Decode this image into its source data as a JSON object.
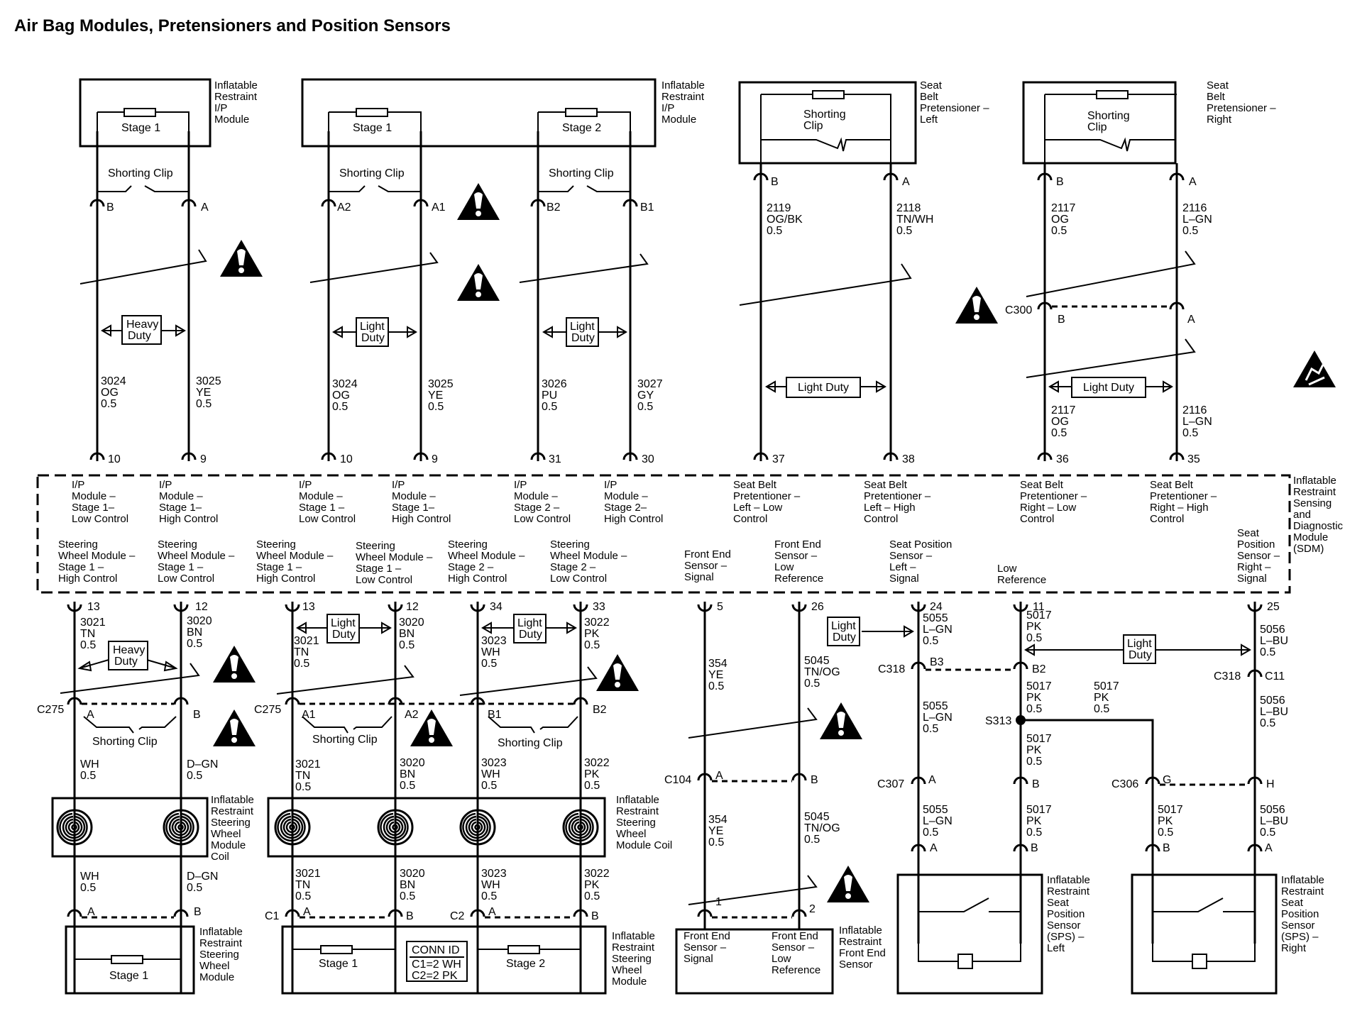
{
  "title": "Air Bag Modules, Pretensioners and Position Sensors",
  "components": {
    "ip_module_left": [
      "Inflatable",
      "Restraint",
      "I/P",
      "Module"
    ],
    "ip_module_right": [
      "Inflatable",
      "Restraint",
      "I/P",
      "Module"
    ],
    "pret_left": [
      "Seat",
      "Belt",
      "Pretensioner –",
      "Left"
    ],
    "pret_right": [
      "Seat",
      "Belt",
      "Pretensioner –",
      "Right"
    ],
    "sdm": [
      "Inflatable",
      "Restraint",
      "Sensing",
      "and",
      "Diagnostic",
      "Module",
      "(SDM)"
    ],
    "coil_left": [
      "Inflatable",
      "Restraint",
      "Steering",
      "Wheel",
      "Module",
      "Coil"
    ],
    "coil_right": [
      "Inflatable",
      "Restraint",
      "Steering",
      "Wheel",
      "Module Coil"
    ],
    "sw_module_left": [
      "Inflatable",
      "Restraint",
      "Steering",
      "Wheel",
      "Module"
    ],
    "sw_module_right": [
      "Inflatable",
      "Restraint",
      "Steering",
      "Wheel",
      "Module"
    ],
    "front_end_sensor": [
      "Inflatable",
      "Restraint",
      "Front End",
      "Sensor"
    ],
    "sps_left": [
      "Inflatable",
      "Restraint",
      "Seat",
      "Position",
      "Sensor",
      "(SPS) –",
      "Left"
    ],
    "sps_right": [
      "Inflatable",
      "Restraint",
      "Seat",
      "Position",
      "Sensor",
      "(SPS) –",
      "Right"
    ]
  },
  "labels": {
    "stage1": "Stage 1",
    "stage2": "Stage 2",
    "shorting_clip": "Shorting Clip",
    "shorting_clip_box": [
      "Shorting",
      "Clip"
    ],
    "heavy_duty": [
      "Heavy",
      "Duty"
    ],
    "light_duty": [
      "Light",
      "Duty"
    ],
    "light_duty_one": "Light Duty",
    "conn_id": [
      "CONN ID",
      "C1=2 WH",
      "C2=2 PK"
    ],
    "fes_signal": [
      "Front End",
      "Sensor –",
      "Signal"
    ],
    "fes_lowref": [
      "Front End",
      "Sensor –",
      "Low",
      "Reference"
    ]
  },
  "sdm_functions_top": [
    [
      "I/P",
      "Module –",
      "Stage 1–",
      "Low Control"
    ],
    [
      "I/P",
      "Module –",
      "Stage 1–",
      "High Control"
    ],
    [
      "I/P",
      "Module –",
      "Stage 1 –",
      "Low Control"
    ],
    [
      "I/P",
      "Module –",
      "Stage 1–",
      "High Control"
    ],
    [
      "I/P",
      "Module –",
      "Stage 2 –",
      "Low Control"
    ],
    [
      "I/P",
      "Module –",
      "Stage 2–",
      "High Control"
    ],
    [
      "Seat Belt",
      "Pretentioner –",
      "Left – Low",
      "Control"
    ],
    [
      "Seat Belt",
      "Pretentioner –",
      "Left – High",
      "Control"
    ],
    [
      "Seat Belt",
      "Pretentioner –",
      "Right – Low",
      "Control"
    ],
    [
      "Seat Belt",
      "Pretentioner –",
      "Right – High",
      "Control"
    ]
  ],
  "sdm_functions_bottom": [
    [
      "Steering",
      "Wheel Module –",
      "Stage 1 –",
      "High Control"
    ],
    [
      "Steering",
      "Wheel Module –",
      "Stage 1 –",
      "Low Control"
    ],
    [
      "Steering",
      "Wheel Module –",
      "Stage 1 –",
      "High Control"
    ],
    [
      "Steering",
      "Wheel Module –",
      "Stage 1 –",
      "Low Control"
    ],
    [
      "Steering",
      "Wheel Module –",
      "Stage 2 –",
      "High Control"
    ],
    [
      "Steering",
      "Wheel Module –",
      "Stage 2 –",
      "Low Control"
    ],
    [
      "Front End",
      "Sensor –",
      "Signal"
    ],
    [
      "Front End",
      "Sensor –",
      "Low",
      "Reference"
    ],
    [
      "Seat Position",
      "Sensor –",
      "Left –",
      "Signal"
    ],
    [
      "Low",
      "Reference"
    ],
    [
      "Seat",
      "Position",
      "Sensor –",
      "Right –",
      "Signal"
    ]
  ],
  "sdm_pins_top": [
    "10",
    "9",
    "10",
    "9",
    "31",
    "30",
    "37",
    "38",
    "36",
    "35"
  ],
  "sdm_pins_bottom": [
    "13",
    "12",
    "13",
    "12",
    "34",
    "33",
    "5",
    "26",
    "24",
    "11",
    "25"
  ],
  "top_wires": [
    [
      "3024",
      "OG",
      "0.5"
    ],
    [
      "3025",
      "YE",
      "0.5"
    ],
    [
      "3024",
      "OG",
      "0.5"
    ],
    [
      "3025",
      "YE",
      "0.5"
    ],
    [
      "3026",
      "PU",
      "0.5"
    ],
    [
      "3027",
      "GY",
      "0.5"
    ],
    [
      "2119",
      "OG/BK",
      "0.5"
    ],
    [
      "2118",
      "TN/WH",
      "0.5"
    ],
    [
      "2117",
      "OG",
      "0.5"
    ],
    [
      "2116",
      "L–GN",
      "0.5"
    ],
    [
      "2117",
      "OG",
      "0.5"
    ],
    [
      "2116",
      "L–GN",
      "0.5"
    ]
  ],
  "top_pins": [
    "B",
    "A",
    "A2",
    "A1",
    "B2",
    "B1",
    "B",
    "A",
    "B",
    "A"
  ],
  "c300": {
    "name": "C300",
    "pins": [
      "B",
      "A"
    ]
  },
  "bottom_wires_a": [
    [
      "3021",
      "TN",
      "0.5"
    ],
    [
      "3020",
      "BN",
      "0.5"
    ],
    [
      "3021",
      "TN",
      "0.5"
    ],
    [
      "3020",
      "BN",
      "0.5"
    ],
    [
      "3023",
      "WH",
      "0.5"
    ],
    [
      "3022",
      "PK",
      "0.5"
    ],
    [
      "354",
      "YE",
      "0.5"
    ],
    [
      "5045",
      "TN/OG",
      "0.5"
    ],
    [
      "5055",
      "L–GN",
      "0.5"
    ],
    [
      "5017",
      "PK",
      "0.5"
    ],
    [
      "5056",
      "L–BU",
      "0.5"
    ]
  ],
  "c275": {
    "name": "C275",
    "pins_left": [
      "A",
      "B"
    ],
    "pins_right": [
      "A1",
      "A2",
      "B1",
      "B2"
    ]
  },
  "c318": {
    "name": "C318",
    "pins": [
      "B3",
      "B2",
      "C11"
    ]
  },
  "s313": "S313",
  "c104": {
    "name": "C104",
    "pins": [
      "A",
      "B"
    ]
  },
  "c307": {
    "name": "C307",
    "pins": [
      "A",
      "B"
    ]
  },
  "c306": {
    "name": "C306",
    "pins": [
      "G",
      "H"
    ]
  },
  "mid_wires": [
    [
      "WH",
      "0.5"
    ],
    [
      "D–GN",
      "0.5"
    ],
    [
      "3021",
      "TN",
      "0.5"
    ],
    [
      "3020",
      "BN",
      "0.5"
    ],
    [
      "3023",
      "WH",
      "0.5"
    ],
    [
      "3022",
      "PK",
      "0.5"
    ],
    [
      "354",
      "YE",
      "0.5"
    ],
    [
      "5045",
      "TN/OG",
      "0.5"
    ],
    [
      "5055",
      "L–GN",
      "0.5"
    ],
    [
      "5017",
      "PK",
      "0.5"
    ],
    [
      "5017",
      "PK",
      "0.5"
    ],
    [
      "5056",
      "L–BU",
      "0.5"
    ],
    [
      "5017",
      "PK",
      "0.5"
    ],
    [
      "5017",
      "PK",
      "0.5"
    ]
  ],
  "low_wires": [
    [
      "WH",
      "0.5"
    ],
    [
      "D–GN",
      "0.5"
    ],
    [
      "3021",
      "TN",
      "0.5"
    ],
    [
      "3020",
      "BN",
      "0.5"
    ],
    [
      "3023",
      "WH",
      "0.5"
    ],
    [
      "3022",
      "PK",
      "0.5"
    ],
    [
      "354",
      "YE",
      "0.5"
    ],
    [
      "5045",
      "TN/OG",
      "0.5"
    ],
    [
      "5055",
      "L–GN",
      "0.5"
    ],
    [
      "5017",
      "PK",
      "0.5"
    ],
    [
      "5017",
      "PK",
      "0.5"
    ],
    [
      "5056",
      "L–BU",
      "0.5"
    ]
  ],
  "bottom_conn_pins": [
    "A",
    "B",
    "A",
    "B",
    "A",
    "B",
    "1",
    "2",
    "A",
    "B",
    "B",
    "A"
  ],
  "bottom_conn_names": [
    "C1",
    "C2"
  ]
}
